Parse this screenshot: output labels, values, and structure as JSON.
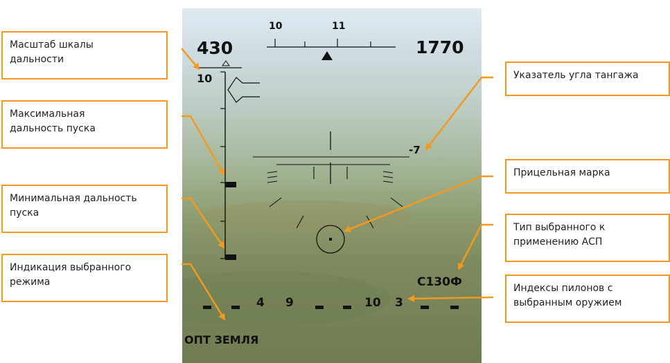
{
  "hud": {
    "heading_left": "10",
    "heading_right": "11",
    "speed": "430",
    "altitude": "1770",
    "range_scale": "10",
    "pitch": "-7",
    "weapon_type": "С130Ф",
    "pylon_a": "4",
    "pylon_b": "9",
    "pylon_c": "10",
    "pylon_d": "3",
    "mode": "ОПТ ЗЕМЛЯ"
  },
  "callouts": {
    "range_scale": "Масштаб шкалы\nдальности",
    "max_range": "Максимальная\nдальность пуска",
    "min_range": "Минимальная дальность\nпуска",
    "mode": "Индикация выбранного\nрежима",
    "pitch": "Указатель угла тангажа",
    "aim_mark": "Прицельная марка",
    "weapon_type": "Тип выбранного к\nприменению АСП",
    "pylons": "Индексы пилонов с\nвыбранным оружием"
  },
  "colors": {
    "callout_accent": "#f39a1e",
    "hud_symbology": "#111111"
  }
}
